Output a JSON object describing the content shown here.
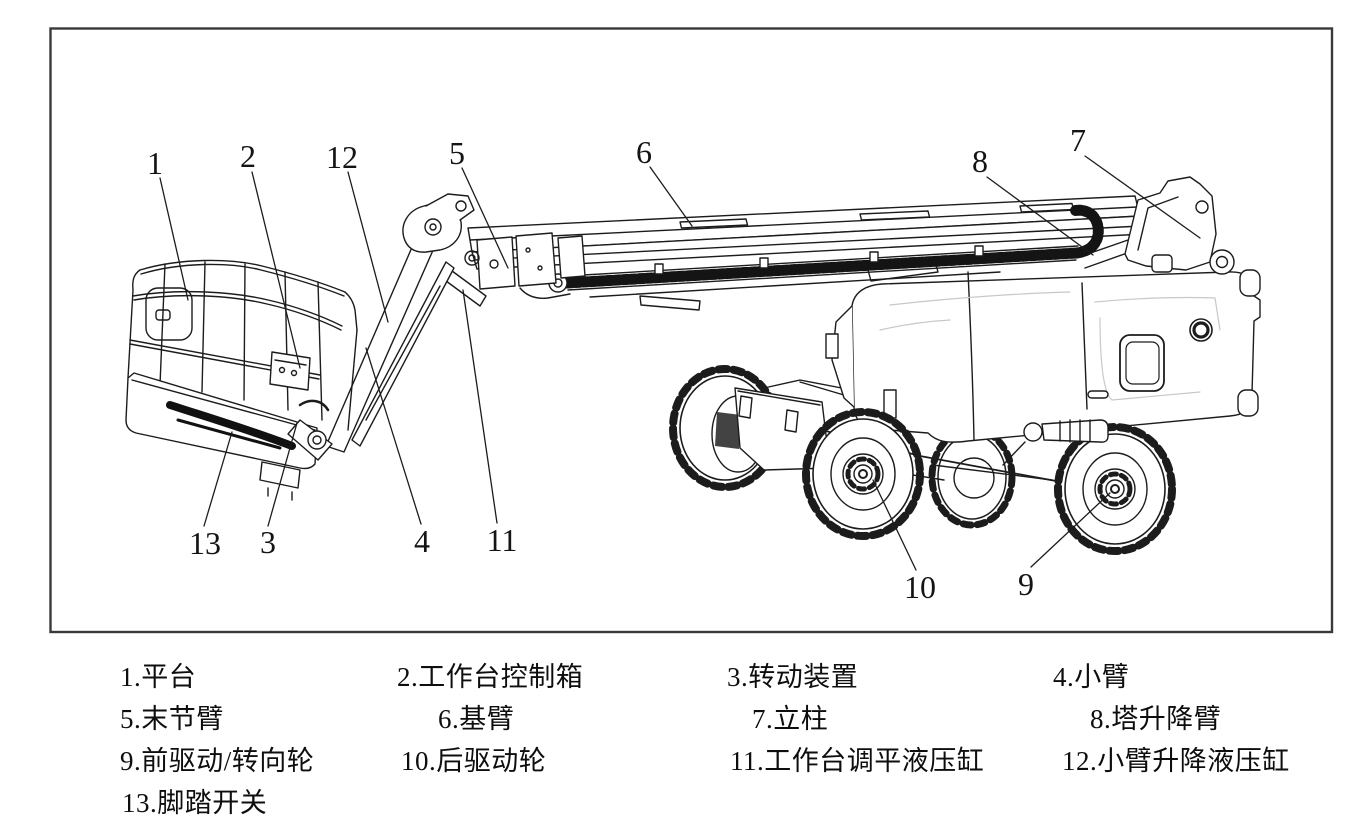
{
  "figure": {
    "description_colors": {
      "line": "#1c1c1c",
      "frame": "#3a3a3a",
      "faint": "#c8c8c8"
    },
    "callouts": [
      {
        "number": "1",
        "part": "平台"
      },
      {
        "number": "2",
        "part": "工作台控制箱"
      },
      {
        "number": "3",
        "part": "转动装置"
      },
      {
        "number": "4",
        "part": "小臂"
      },
      {
        "number": "5",
        "part": "末节臂"
      },
      {
        "number": "6",
        "part": "基臂"
      },
      {
        "number": "7",
        "part": "立柱"
      },
      {
        "number": "8",
        "part": "塔升降臂"
      },
      {
        "number": "9",
        "part": "前驱动/转向轮"
      },
      {
        "number": "10",
        "part": "后驱动轮"
      },
      {
        "number": "11",
        "part": "工作台调平液压缸"
      },
      {
        "number": "12",
        "part": "小臂升降液压缸"
      },
      {
        "number": "13",
        "part": "脚踏开关"
      }
    ]
  },
  "legend": {
    "items": [
      "1.平台",
      "2.工作台控制箱",
      "3.转动装置",
      "4.小臂",
      "5.末节臂",
      "6.基臂",
      "7.立柱",
      "8.塔升降臂",
      "9.前驱动/转向轮",
      "10.后驱动轮",
      "11.工作台调平液压缸",
      "12.小臂升降液压缸",
      "13.脚踏开关"
    ]
  }
}
